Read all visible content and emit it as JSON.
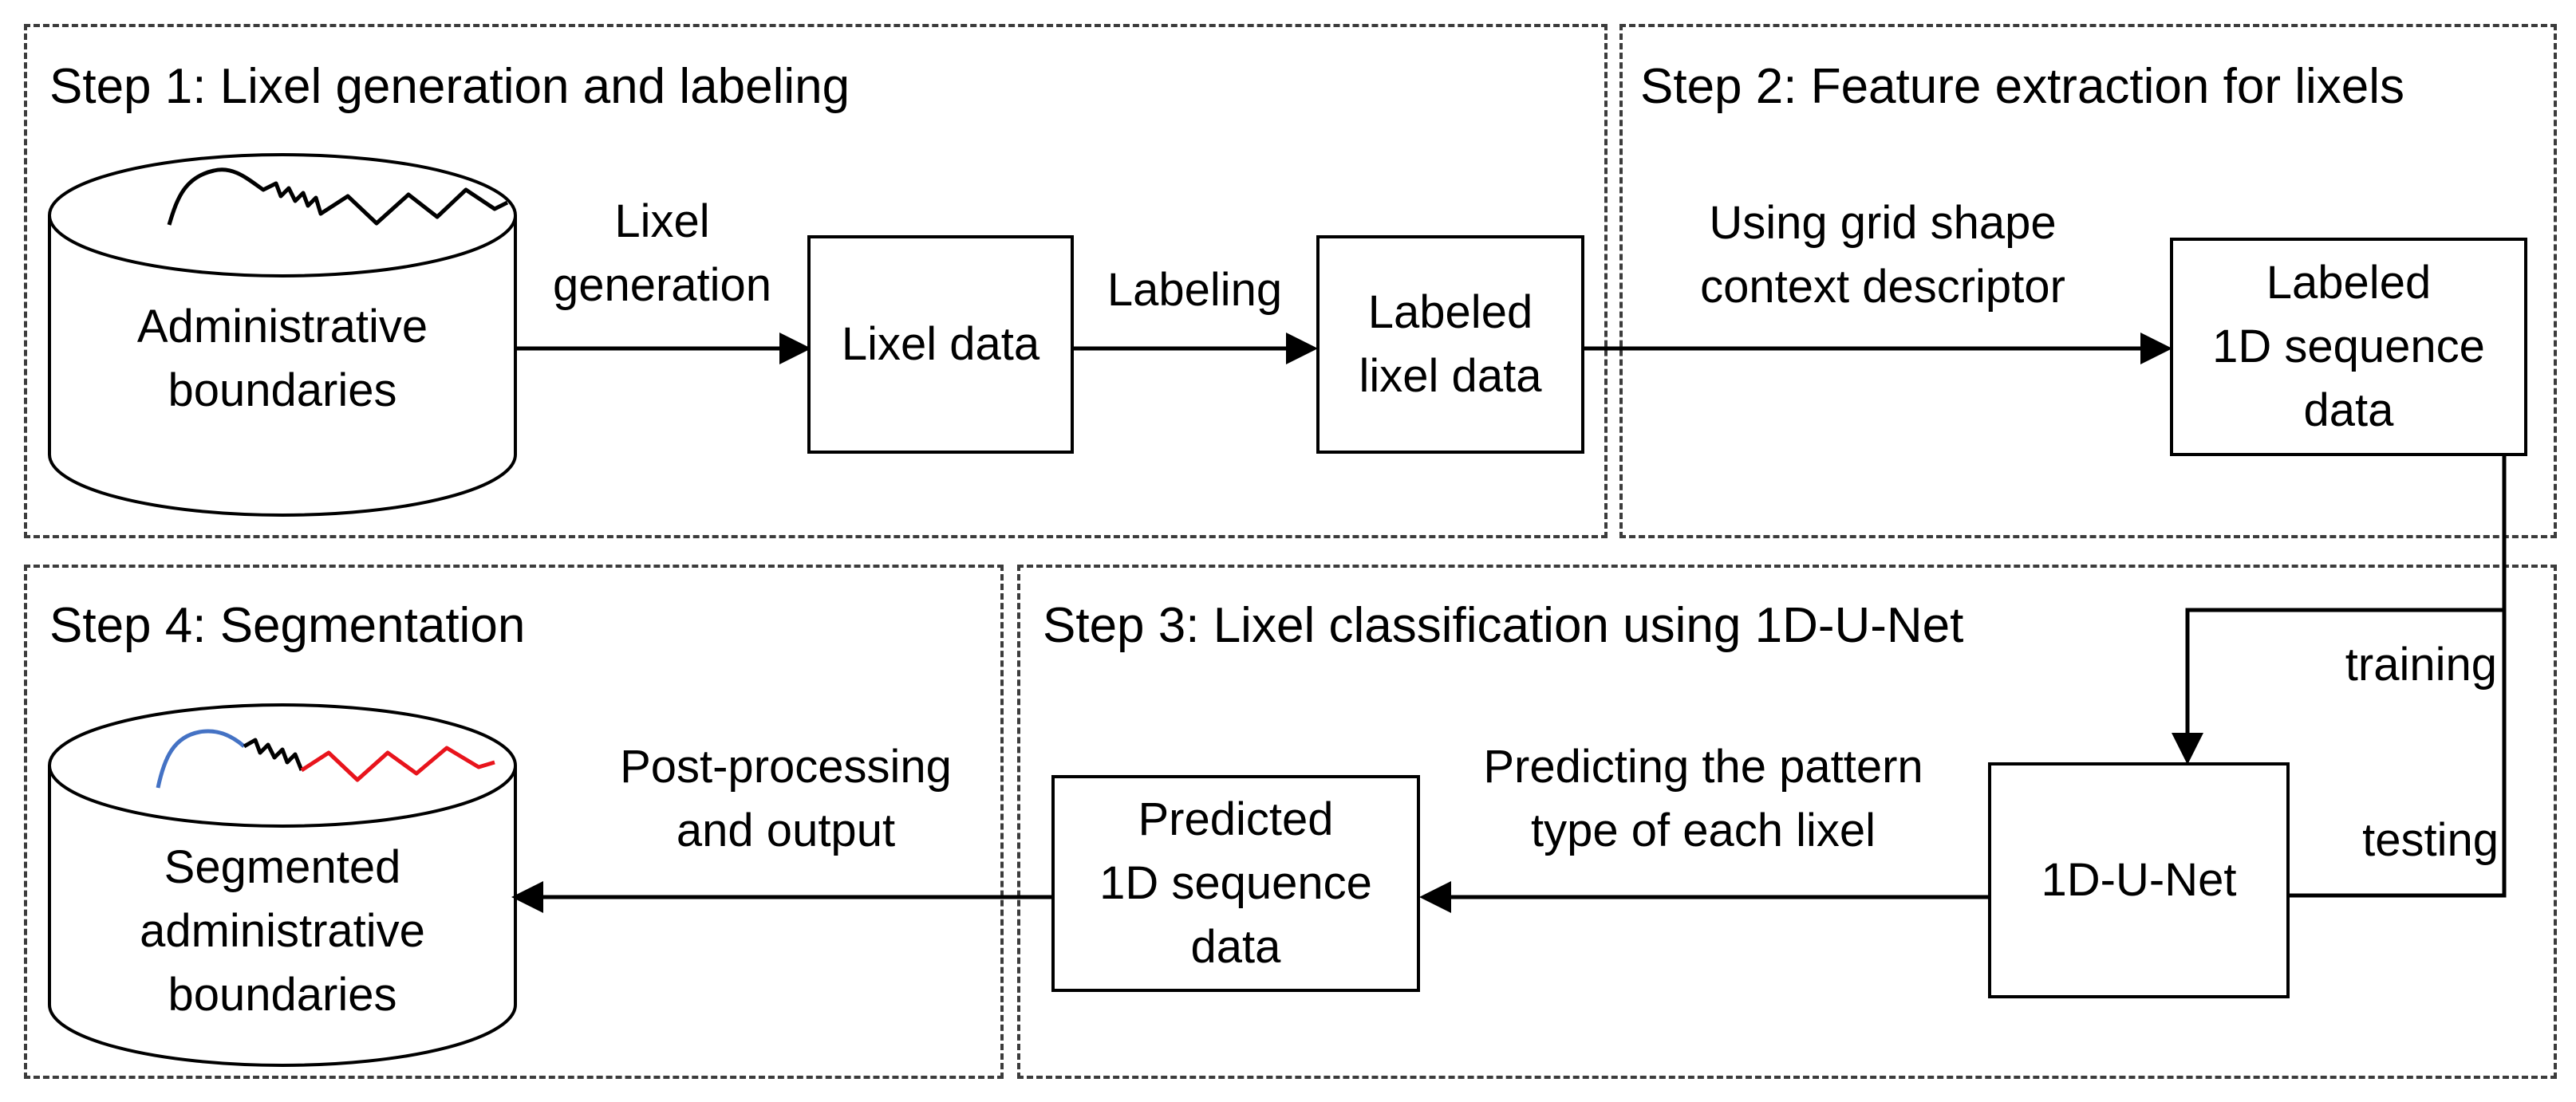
{
  "steps": {
    "step1": "Step 1: Lixel generation and labeling",
    "step2": "Step 2: Feature extraction for lixels",
    "step3": "Step 3: Lixel classification using 1D-U-Net",
    "step4": "Step 4: Segmentation"
  },
  "nodes": {
    "admin": [
      "Administrative",
      "boundaries"
    ],
    "lixel_data": [
      "Lixel data"
    ],
    "labeled_lixel": [
      "Labeled",
      "lixel data"
    ],
    "labeled_seq": [
      "Labeled",
      "1D sequence",
      "data"
    ],
    "unet": [
      "1D-U-Net"
    ],
    "predicted_seq": [
      "Predicted",
      "1D sequence",
      "data"
    ],
    "segmented": [
      "Segmented",
      "administrative",
      "boundaries"
    ]
  },
  "edges": {
    "lixel_generation": [
      "Lixel",
      "generation"
    ],
    "labeling": [
      "Labeling"
    ],
    "grid_shape": [
      "Using grid shape",
      "context descriptor"
    ],
    "training": [
      "training"
    ],
    "testing": [
      "testing"
    ],
    "predicting": [
      "Predicting the pattern",
      "type of each lixel"
    ],
    "post_processing": [
      "Post-processing",
      "and output"
    ]
  },
  "colors": {
    "line": "#000000",
    "dashed_border": "#3c3c3c",
    "cylinder_fill": "#ffffff",
    "segment_blue": "#4472c4",
    "segment_red": "#e8141c"
  }
}
